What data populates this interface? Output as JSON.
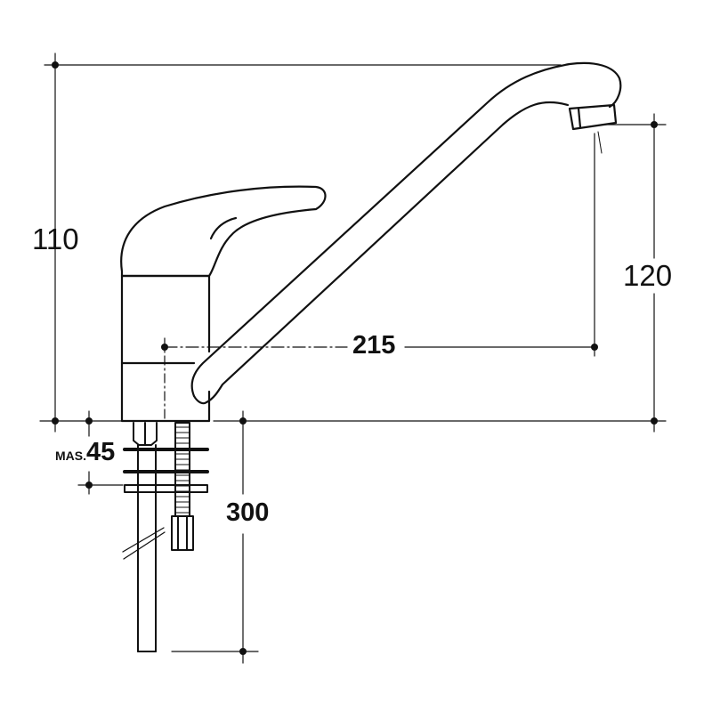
{
  "dimensions": {
    "height_total": "110",
    "spout_height": "120",
    "spout_reach": "215",
    "hose_length": "300",
    "max_thickness_prefix": "MAS.",
    "max_thickness_value": "45"
  },
  "colors": {
    "ink": "#111111",
    "background": "#ffffff"
  }
}
